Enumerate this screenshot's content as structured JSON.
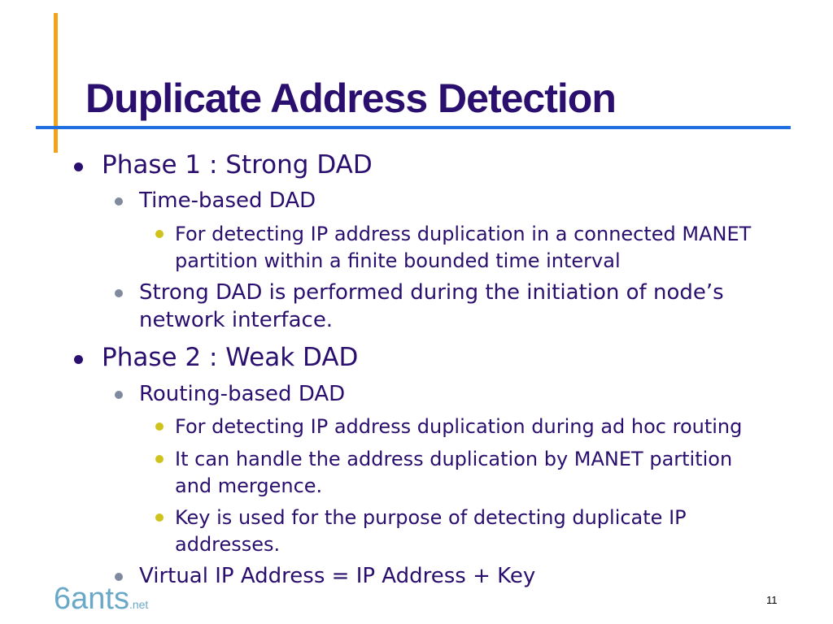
{
  "title": "Duplicate Address Detection",
  "bullets": [
    {
      "level": 1,
      "text": "Phase 1 : Strong DAD"
    },
    {
      "level": 2,
      "text": "Time-based DAD"
    },
    {
      "level": 3,
      "lines": [
        "For detecting IP address duplication in a connected MANET",
        "partition within a finite bounded time interval"
      ]
    },
    {
      "level": 2,
      "lines": [
        "Strong DAD is performed during the initiation of node’s",
        "network interface."
      ]
    },
    {
      "level": 1,
      "text": "Phase 2 : Weak DAD"
    },
    {
      "level": 2,
      "text": "Routing-based DAD"
    },
    {
      "level": 3,
      "text": "For detecting IP address duplication during ad hoc routing"
    },
    {
      "level": 3,
      "lines": [
        "It can handle the address duplication by MANET partition",
        "and mergence."
      ]
    },
    {
      "level": 3,
      "lines": [
        "Key is used for the purpose of detecting duplicate IP",
        "addresses."
      ]
    },
    {
      "level": 2,
      "text": "Virtual IP Address = IP Address + Key"
    }
  ],
  "logo": {
    "main": "6ants",
    "suffix": ".net"
  },
  "page_number": "11",
  "colors": {
    "title": "#2a0f6e",
    "accent_orange": "#f2a21b",
    "rule_blue": "#1f6fe0",
    "bullet_level1": "#2a0f6e",
    "bullet_level2": "#7f8a9e",
    "bullet_level3": "#cfc21a"
  }
}
